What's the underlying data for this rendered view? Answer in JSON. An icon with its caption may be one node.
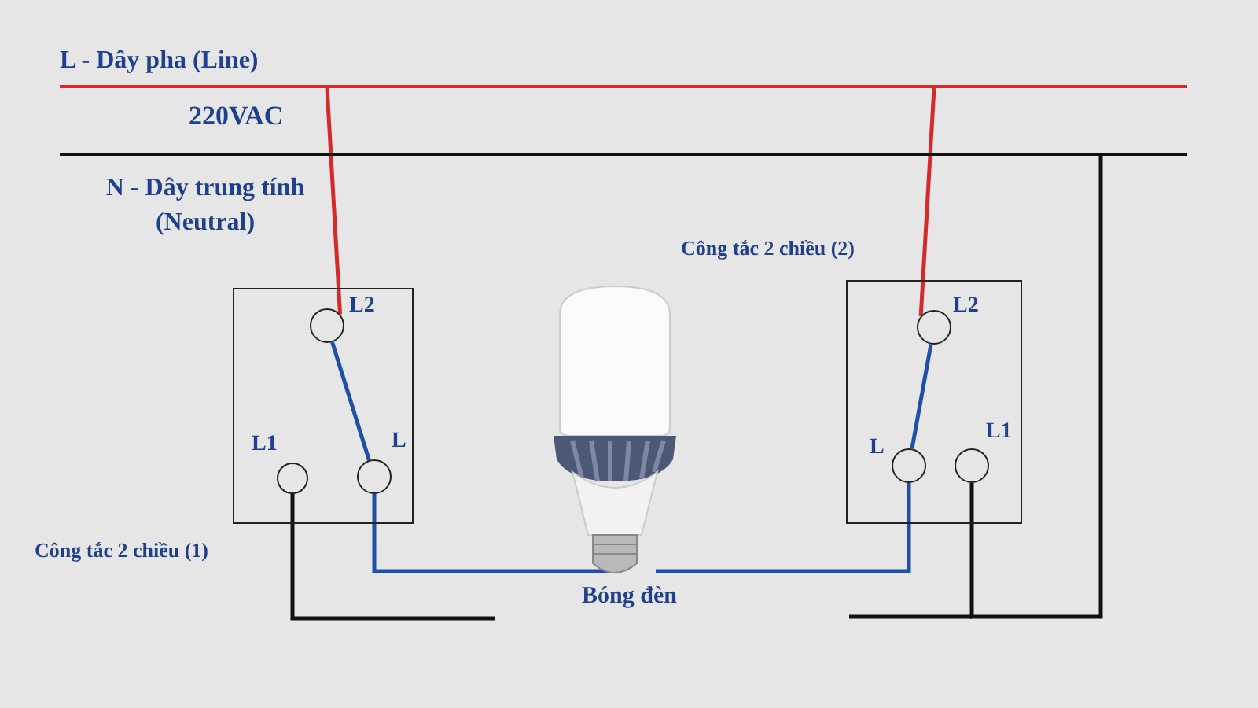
{
  "diagram": {
    "nodes": [
      {
        "text": [
          "Công tắc 2 chiều (1)"
        ]
      },
      {
        "text": [
          "L2"
        ],
        "in": 0
      },
      {
        "text": [
          "L1"
        ],
        "in": 0
      },
      {
        "text": [
          "L"
        ],
        "in": 0
      },
      {
        "text": [
          "Công tắc 2 chiều (2)"
        ]
      },
      {
        "text": [
          "L2"
        ],
        "in": 4
      },
      {
        "text": [
          "L"
        ],
        "in": 4
      },
      {
        "text": [
          "L1"
        ],
        "in": 4
      },
      {
        "text": [
          "Bóng đèn"
        ]
      },
      {
        "text": [
          "L - Dây pha (Line)"
        ]
      },
      {
        "text": [
          "N - Dây trung tính (Neutral)"
        ]
      }
    ],
    "edges": [
      {
        "from": 9,
        "to": 1,
        "arrow": "none",
        "color": "#d42a2a"
      },
      {
        "from": 9,
        "to": 5,
        "arrow": "none",
        "color": "#d42a2a"
      },
      {
        "from": 1,
        "to": 3,
        "arrow": "none"
      },
      {
        "from": 5,
        "to": 6,
        "arrow": "none"
      },
      {
        "from": 3,
        "to": 8,
        "arrow": "none"
      },
      {
        "from": 8,
        "to": 6,
        "arrow": "none"
      },
      {
        "from": 10,
        "to": 7,
        "arrow": "none",
        "color": "#111111"
      },
      {
        "from": 2,
        "to": null,
        "arrow": "none",
        "color": "#111111"
      }
    ],
    "labels": [
      "220VAC"
    ]
  }
}
